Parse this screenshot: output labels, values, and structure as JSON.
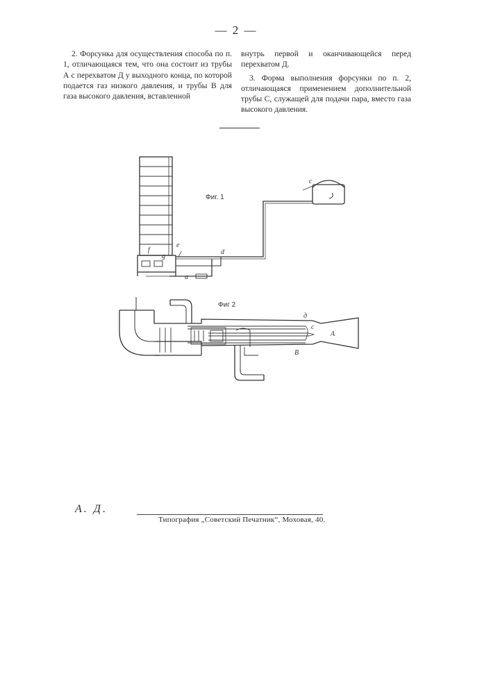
{
  "page_number": "— 2 —",
  "claims": {
    "left_column": [
      "2. Форсунка для осуществления способа по п. 1, отличающаяся тем, что она состоит из трубы А с перехватом Д у выходного конца, по которой подается газ низкого давления, и трубы В для газа высокого давления, вставленной"
    ],
    "right_column": [
      "внутрь первой и оканчивающейся перед перехватом Д.",
      "3. Форма выполнения форсунки по п. 2, отличающаяся применением дополнительной трубы С, служащей для подачи пара, вместо газа высокого давления."
    ]
  },
  "figures": {
    "fig1_label": "Фиг. 1",
    "fig2_label": "Фиг 2",
    "fig1_letters": {
      "c": "c",
      "d": "d",
      "e": "e",
      "f": "f",
      "g": "g",
      "a": "a"
    },
    "fig2_letters": {
      "A": "A",
      "B": "B",
      "C": "c",
      "D": "д"
    }
  },
  "signature": "А. Д.",
  "imprint": "Типография „Советский Печатник“, Моховая, 40."
}
